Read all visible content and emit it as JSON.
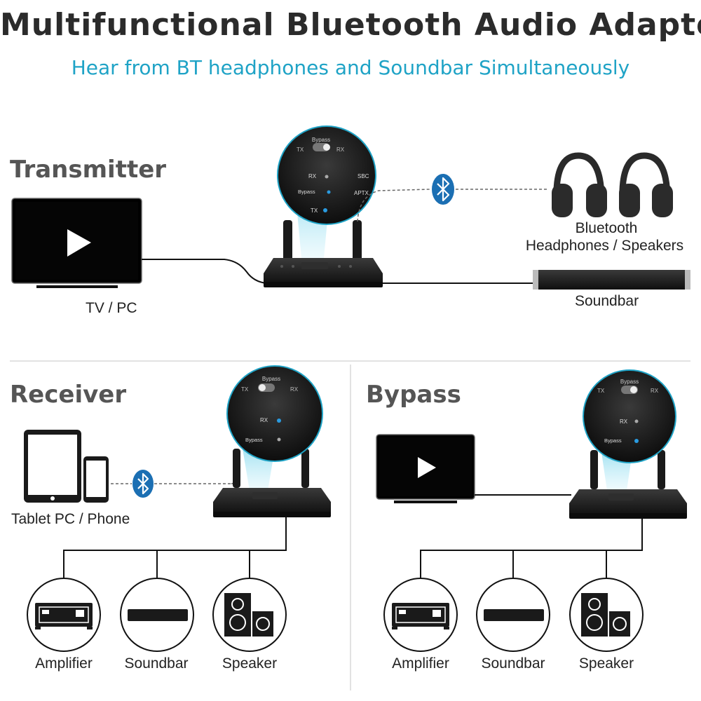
{
  "title": "Multifunctional Bluetooth Audio Adapter",
  "subtitle": "Hear from BT headphones and Soundbar Simultaneously",
  "transmitter": {
    "heading": "Transmitter",
    "source_label": "TV / PC",
    "headphones_label_line1": "Bluetooth",
    "headphones_label_line2": "Headphones / Speakers",
    "soundbar_label": "Soundbar",
    "zoom": {
      "bypass": "Bypass",
      "tx": "TX",
      "rx": "RX",
      "led_rx": "RX",
      "led_bypass": "Bypass",
      "led_tx": "TX",
      "sbc": "SBC",
      "aptx": "APTX"
    }
  },
  "receiver": {
    "heading": "Receiver",
    "source_label": "Tablet PC / Phone",
    "outputs": [
      "Amplifier",
      "Soundbar",
      "Speaker"
    ],
    "zoom": {
      "bypass": "Bypass",
      "tx": "TX",
      "rx": "RX",
      "led_rx": "RX",
      "led_bypass": "Bypass"
    }
  },
  "bypass": {
    "heading": "Bypass",
    "outputs": [
      "Amplifier",
      "Soundbar",
      "Speaker"
    ],
    "zoom": {
      "bypass": "Bypass",
      "tx": "TX",
      "rx": "RX",
      "led_rx": "RX",
      "led_bypass": "Bypass"
    }
  },
  "colors": {
    "accent": "#1fa3c6",
    "bluetooth": "#1b6fb3",
    "title": "#2b2b2b",
    "heading": "#555555",
    "device": "#1a1a1a"
  },
  "icons": [
    "play-icon",
    "bluetooth-icon",
    "headphones-icon",
    "soundbar-icon",
    "tablet-icon",
    "phone-icon",
    "amplifier-icon",
    "speaker-icon",
    "adapter-device"
  ]
}
